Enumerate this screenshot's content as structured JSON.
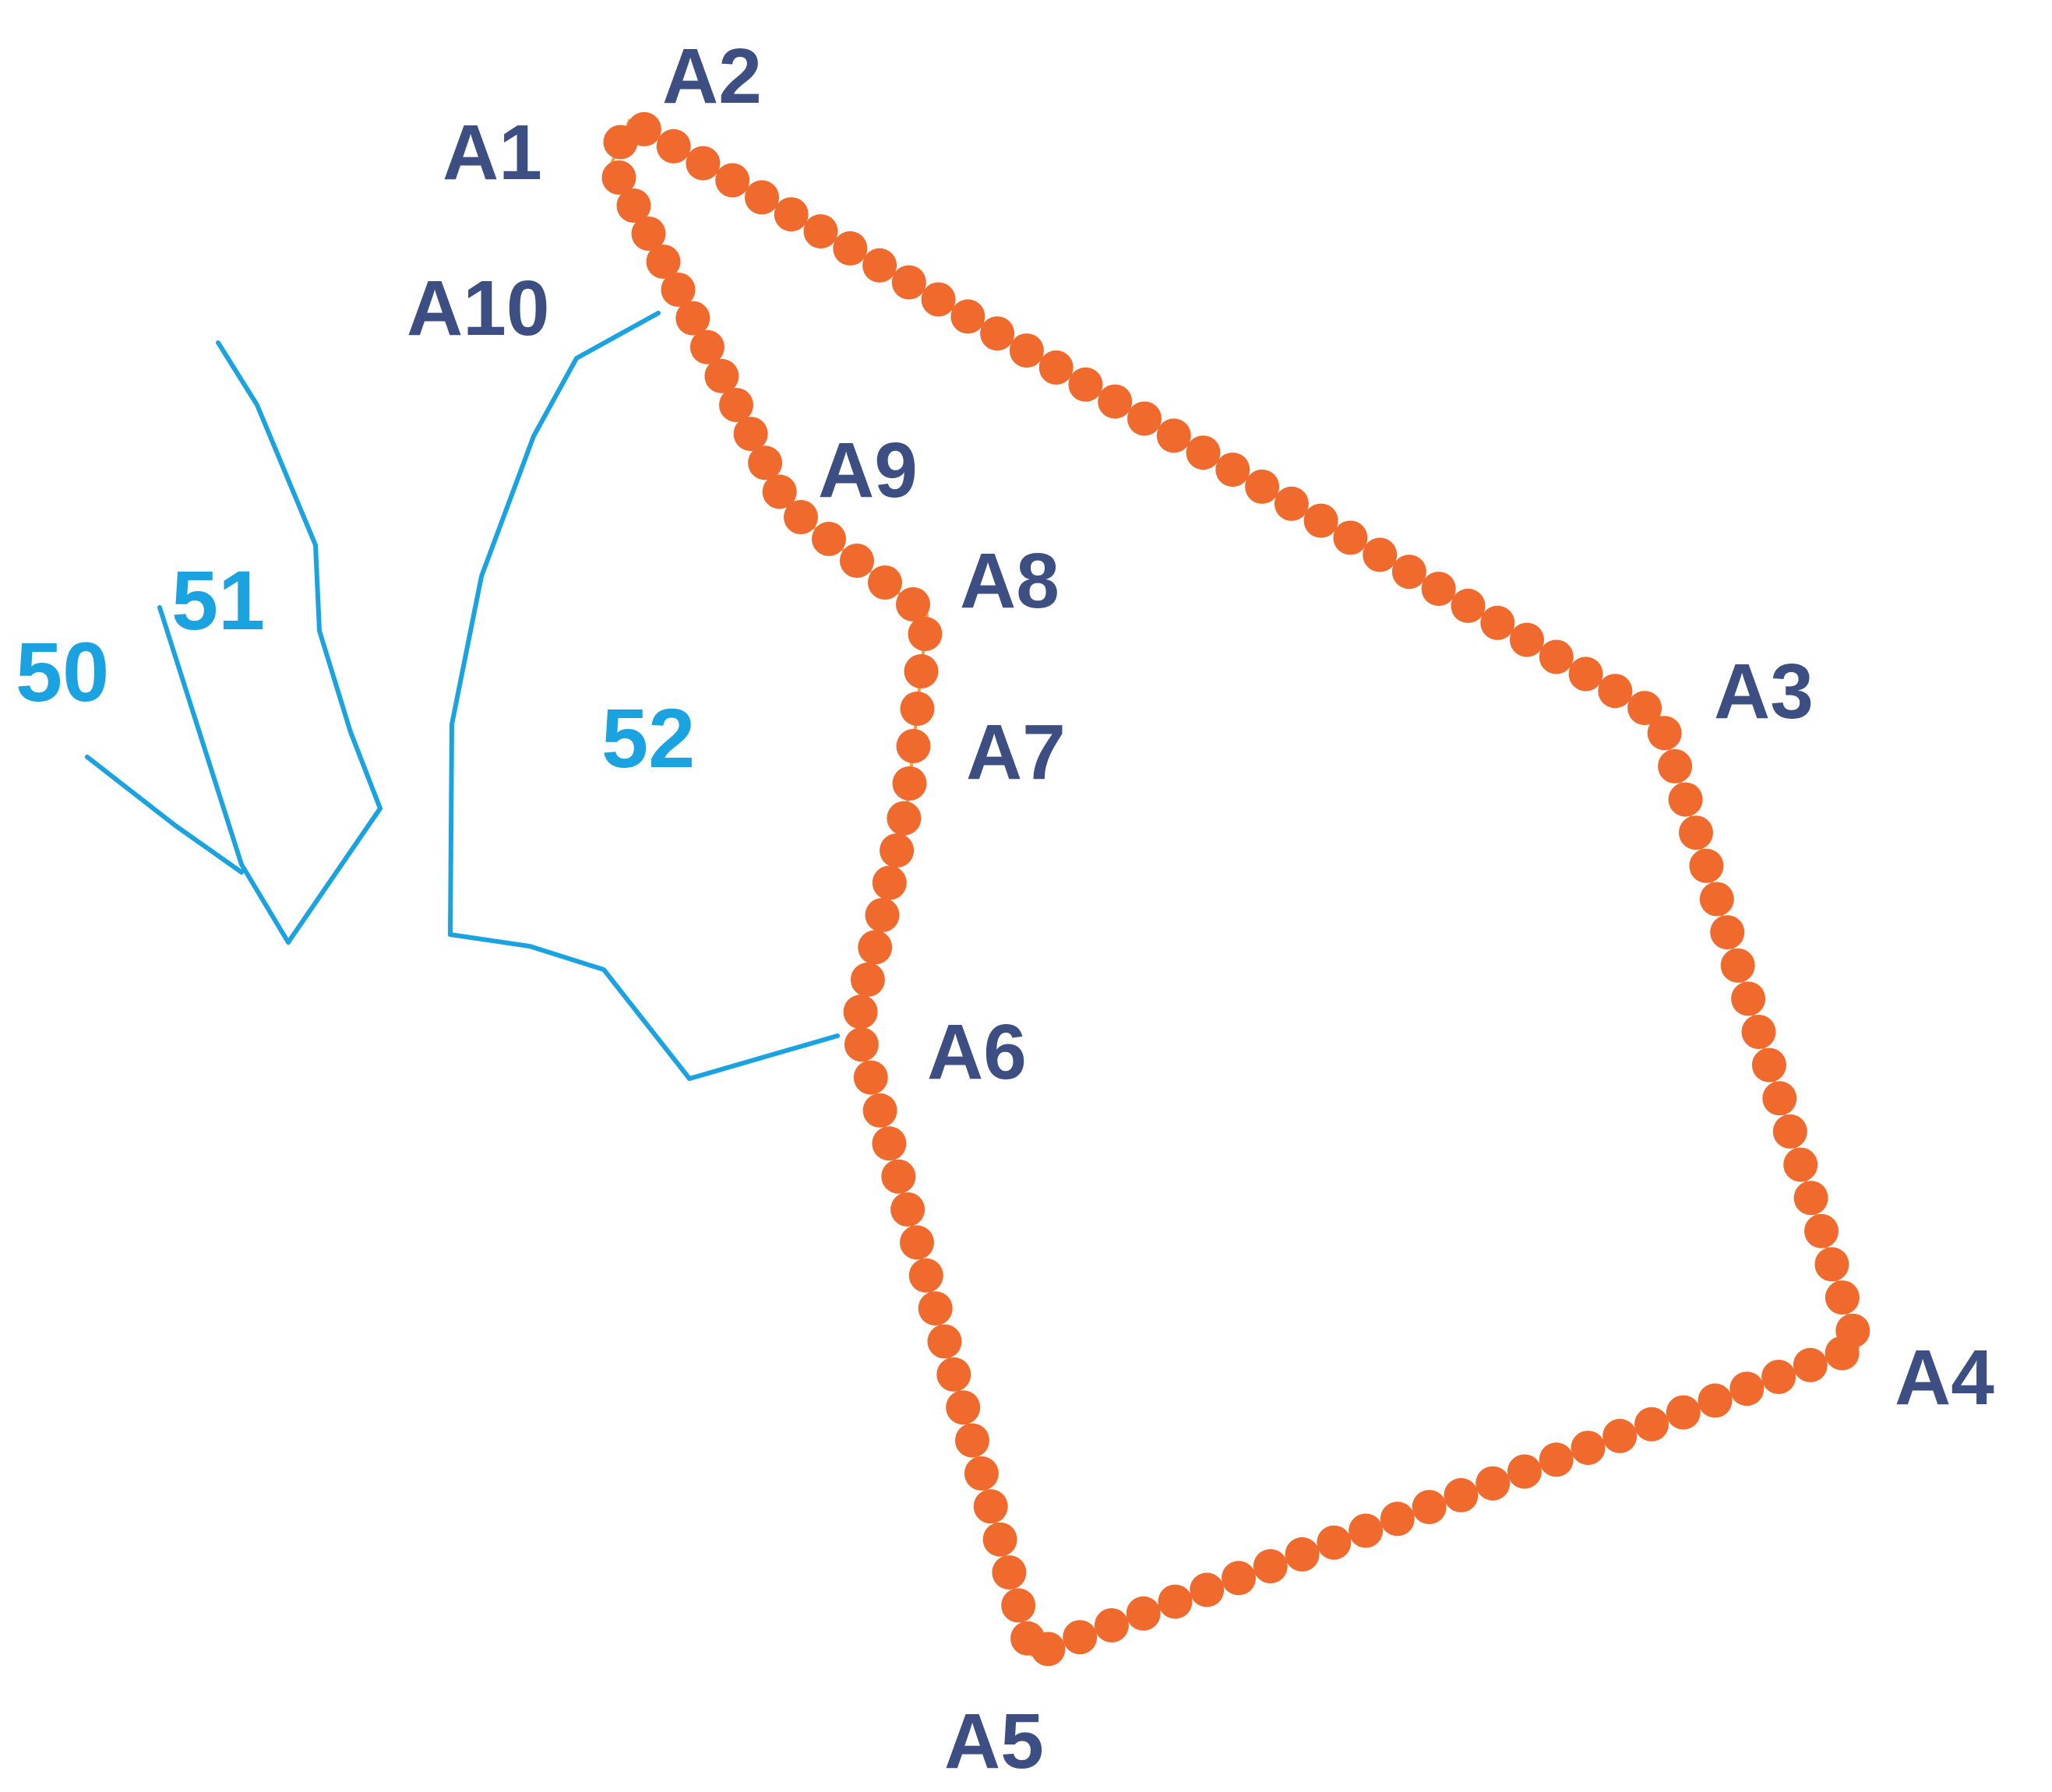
{
  "colors": {
    "background": "#ffffff",
    "boundary_dot": "#f06a2e",
    "boundary_line": "#f0a040",
    "vertex_label": "#3d4f82",
    "part_line": "#1aa3e0",
    "part_label": "#1aa3e0"
  },
  "vertices": [
    {
      "id": "A1",
      "label": "A1"
    },
    {
      "id": "A2",
      "label": "A2"
    },
    {
      "id": "A3",
      "label": "A3"
    },
    {
      "id": "A4",
      "label": "A4"
    },
    {
      "id": "A5",
      "label": "A5"
    },
    {
      "id": "A6",
      "label": "A6"
    },
    {
      "id": "A7",
      "label": "A7"
    },
    {
      "id": "A8",
      "label": "A8"
    },
    {
      "id": "A9",
      "label": "A9"
    },
    {
      "id": "A10",
      "label": "A10"
    }
  ],
  "parts": [
    {
      "id": "50",
      "label": "50"
    },
    {
      "id": "51",
      "label": "51"
    },
    {
      "id": "52",
      "label": "52"
    }
  ]
}
